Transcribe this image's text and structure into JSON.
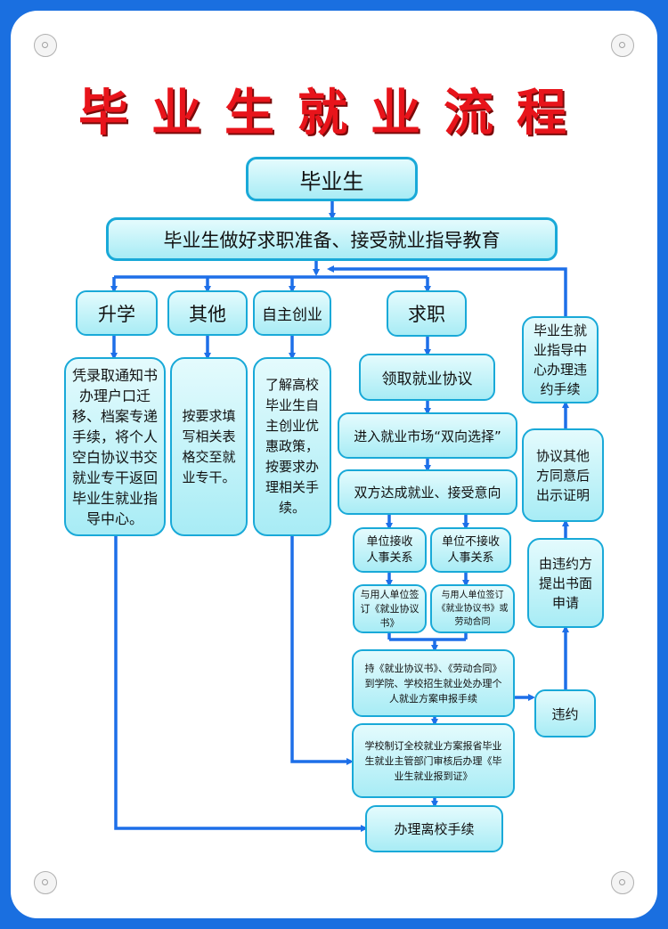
{
  "title": "毕业生就业流程",
  "colors": {
    "frame": "#1a6fe0",
    "title": "#e8141b",
    "box_border": "#19a9d8",
    "connector": "#1d6fe8"
  },
  "nodes": {
    "graduate": "毕业生",
    "prepare": "毕业生做好求职准备、接受就业指导教育",
    "further_study": "升学",
    "other": "其他",
    "self_employed": "自主创业",
    "job_seeking": "求职",
    "further_study_desc": "凭录取通知书办理户口迁移、档案专递手续，将个人空白协议书交就业专干返回毕业生就业指导中心。",
    "other_desc": "按要求填写相关表格交至就业专干。",
    "self_employed_desc": "了解高校毕业生自主创业优惠政策，按要求办理相关手续。",
    "get_agreement": "领取就业协议",
    "enter_market": "进入就业市场“双向选择”",
    "reach_intent": "双方达成就业、接受意向",
    "accept_personnel": "单位接收人事关系",
    "not_accept_personnel": "单位不接收人事关系",
    "sign_agreement": "与用人单位签订《就业协议书》",
    "sign_contract": "与用人单位签订《就业协议书》或劳动合同",
    "submit_plan": "持《就业协议书》、《劳动合同》到学院、学校招生就业处办理个人就业方案申报手续",
    "school_plan": "学校制订全校就业方案报省毕业生就业主管部门审核后办理《毕业生就业报到证》",
    "leave_school": "办理离校手续",
    "breach": "违约",
    "breach_written_request": "由违约方提出书面申请",
    "other_party_proof": "协议其他方同意后出示证明",
    "center_handles_breach": "毕业生就业指导中心办理违约手续"
  }
}
